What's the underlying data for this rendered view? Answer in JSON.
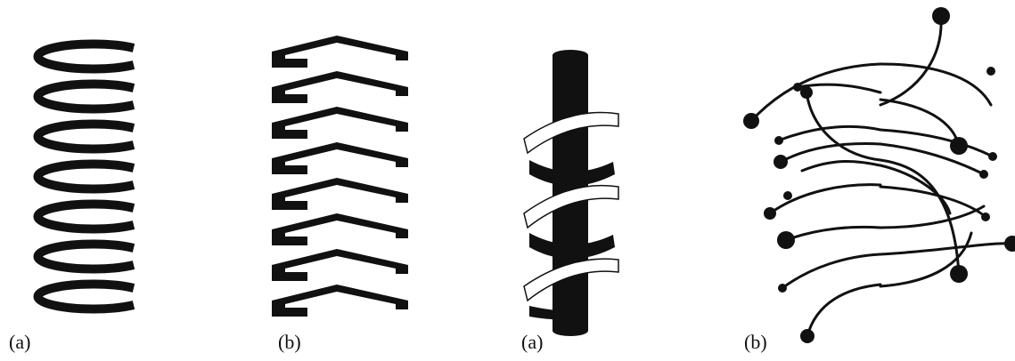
{
  "figure": {
    "ink_color": "#111111",
    "background_color": "#ffffff",
    "panels": [
      {
        "id": "c-shaped-rings",
        "label": "(a)",
        "icon": "stacked-c-rings-icon"
      },
      {
        "id": "bracket-rings",
        "label": "(b)",
        "icon": "stacked-bracket-rings-icon"
      },
      {
        "id": "helical-ribbon-rod",
        "label": "(a)",
        "icon": "helix-on-rod-icon"
      },
      {
        "id": "ball-stick-helix",
        "label": "(b)",
        "icon": "molecular-helix-icon"
      }
    ]
  }
}
